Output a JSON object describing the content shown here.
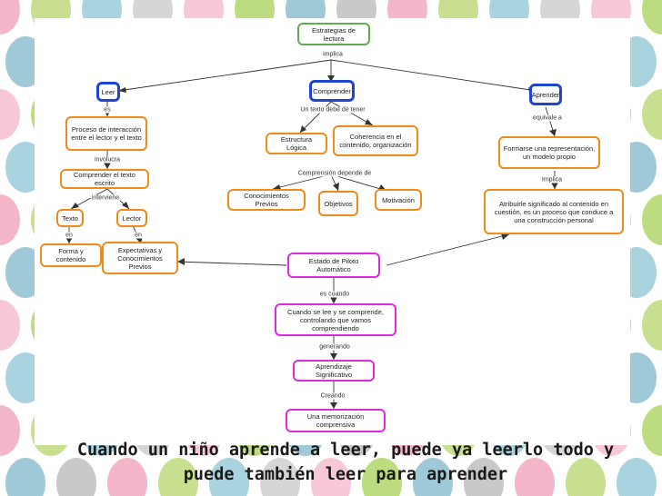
{
  "nodes": {
    "estrategias": "Estrategias de lectura",
    "leer": "Leer",
    "comprender": "Comprender",
    "aprender": "Aprender",
    "proceso": "Proceso de interacción entre el lector y el texto",
    "comprender_texto": "Comprender el texto escrito",
    "texto": "Texto",
    "lector": "Lector",
    "forma": "Forma y contenido",
    "expectativas": "Expectativas y Conocimientos Previos",
    "estructura": "Estructura Lógica",
    "coherencia": "Coherencia en el contenido, organización",
    "conocimientos": "Conocimientos Previos",
    "objetivos": "Objetivos",
    "motivacion": "Motivación",
    "formarse": "Formarse una representación, un modelo propio",
    "atribuirle": "Atribuirle significado al contenido en cuestión, es un proceso que conduce a una construcción personal",
    "piloto": "Estado de Piloto Automático",
    "cuando": "Cuando se lee y se comprende, controlando que vamos comprendiendo",
    "aprendizaje": "Aprendizaje Significativo",
    "memorizacion": "Una memorización comprensiva"
  },
  "links": {
    "implica": "implica",
    "es": "es",
    "involucra": "involucra",
    "interviene": "interviene",
    "en1": "en",
    "en2": "en",
    "un_texto": "Un texto debe de tener",
    "comprension": "Comprensión depende de",
    "equivale": "equivale a",
    "implica2": "Implica",
    "es_cuando": "es cuando",
    "generando": "generando",
    "creando": "Creando"
  },
  "caption": {
    "line1": "Cuando un niño aprende a leer, puede ya leerlo todo y",
    "line2": "puede también leer para aprender"
  },
  "colors": {
    "green": "#5fae4e",
    "blue": "#1f44d0",
    "orange": "#f08a1a",
    "magenta": "#e02adf"
  }
}
